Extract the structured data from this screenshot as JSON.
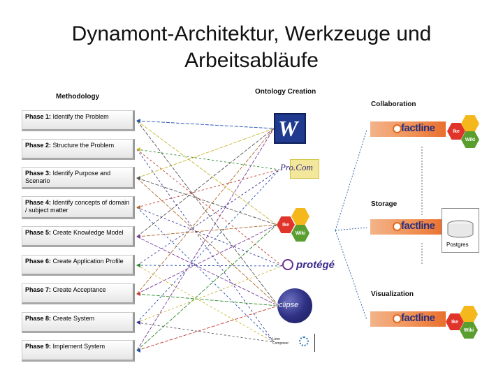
{
  "title": {
    "line1": "Dynamont-Architektur, Werkzeuge und",
    "line2": "Arbeitsabläufe"
  },
  "headings": {
    "methodology": "Methodology",
    "ontology": "Ontology Creation",
    "collaboration": "Collaboration",
    "storage": "Storage",
    "visualization": "Visualization"
  },
  "phases": [
    {
      "num": "Phase 1:",
      "text": "Identify the Problem"
    },
    {
      "num": "Phase 2:",
      "text": "Structure the Problem"
    },
    {
      "num": "Phase 3:",
      "text": "Identify Purpose and Scenario"
    },
    {
      "num": "Phase 4:",
      "text": "Identify concepts of domain / subject matter"
    },
    {
      "num": "Phase 5:",
      "text": "Create Knowledge Model"
    },
    {
      "num": "Phase 6:",
      "text": "Create Application Profile"
    },
    {
      "num": "Phase 7:",
      "text": "Create Acceptance"
    },
    {
      "num": "Phase 8:",
      "text": "Create System"
    },
    {
      "num": "Phase 9:",
      "text": "Implement System"
    }
  ],
  "tools": {
    "word": "W",
    "procom": "Pro.Com",
    "ikewiki_top": "Ike",
    "ikewiki_bottom": "Wiki",
    "protege": "protégé",
    "eclipse": "eclipse",
    "lime": "Lime Composer"
  },
  "factline": "factline",
  "postgres": "Postgres",
  "colors": {
    "factline_orange": "#f09257",
    "hex_yellow": "#f4b81c",
    "hex_red": "#e0342a",
    "hex_green": "#5a9e2f"
  }
}
